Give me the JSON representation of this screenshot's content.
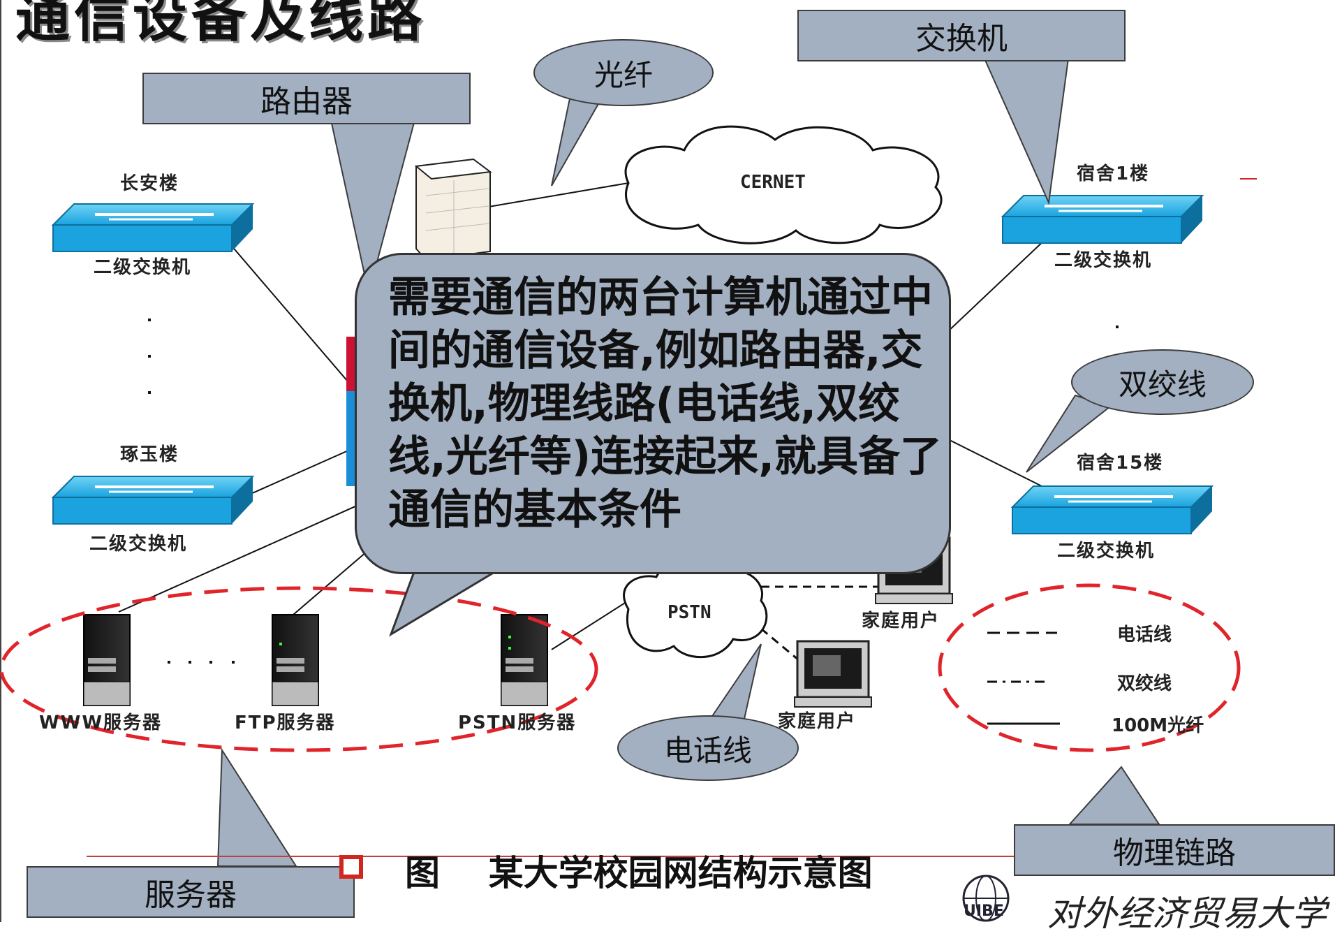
{
  "title": "通信设备及线路",
  "callouts": {
    "router": "路由器",
    "fiber": "光纤",
    "switch": "交换机",
    "twisted_pair": "双绞线",
    "phone_line": "电话线",
    "server": "服务器",
    "physical_link": "物理链路"
  },
  "main_bubble": "需要通信的两台计算机通过中间的通信设备,例如路由器,交换机,物理线路(电话线,双绞线,光纤等)连接起来,就具备了通信的基本条件",
  "devices": {
    "building_a": "长安楼",
    "building_b": "琢玉楼",
    "switch_a": "二级交换机",
    "switch_b": "二级交换机",
    "dorm_1": "宿舍1楼",
    "dorm_15": "宿舍15楼",
    "switch_c": "二级交换机",
    "switch_d": "二级交换机",
    "cernet": "CERNET",
    "pstn": "PSTN",
    "home_user_1": "家庭用户",
    "home_user_2": "家庭用户",
    "www_server": "WWW服务器",
    "ftp_server": "FTP服务器",
    "pstn_server": "PSTN服务器"
  },
  "legend": {
    "phone": "电话线",
    "twisted": "双绞线",
    "fiber": "100M光纤"
  },
  "caption": {
    "prefix": "图",
    "text": "某大学校园网结构示意图"
  },
  "university": "对外经济贸易大学",
  "logo_text": "UIBE"
}
